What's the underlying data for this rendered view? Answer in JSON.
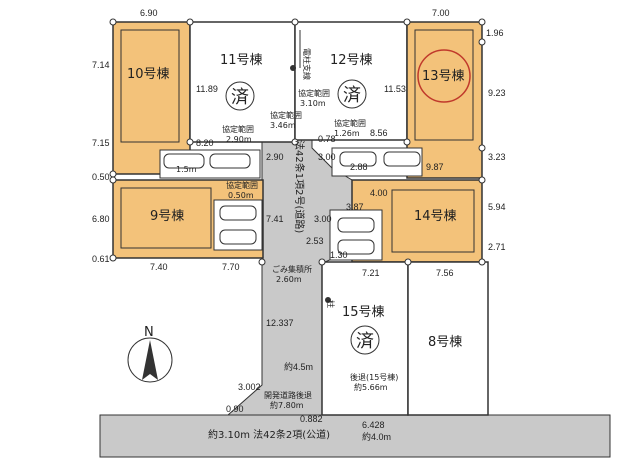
{
  "colors": {
    "lot_fill": "#f3c27a",
    "road_fill": "#c9c9c9",
    "line": "#333333",
    "sold_circle": "#c0392b",
    "background": "#ffffff"
  },
  "lots": {
    "lot10": "10号棟",
    "lot11": "11号棟",
    "lot12": "12号棟",
    "lot13": "13号棟",
    "lot9": "9号棟",
    "lot14": "14号棟",
    "lot15": "15号棟",
    "lot8": "8号棟"
  },
  "sold_mark": "済",
  "north": "N",
  "dimensions": {
    "top_left": "6.90",
    "top_right": "7.00",
    "top_right_corner": "1.96",
    "left_1": "7.14",
    "left_2": "7.15",
    "left_3": "0.50",
    "left_4": "6.80",
    "left_5": "0.61",
    "right_1": "9.23",
    "right_2": "3.23",
    "right_3": "5.94",
    "right_4": "2.71",
    "lot11_side": "11.89",
    "lot12_side": "11.53",
    "lot11_bottom": "8.20",
    "lot12_bottom": "8.56",
    "lot9_bottom": "7.40",
    "mid_bottom": "7.70",
    "lot14_bottom_left": "7.21",
    "lot14_bottom_right": "7.56",
    "lot13_inner": "9.87",
    "inner_288": "2.88",
    "inner_290": "2.90",
    "inner_741": "7.41",
    "inner_253": "2.53",
    "inner_300a": "3.00",
    "inner_300b": "3.00",
    "inner_387": "3.87",
    "inner_400": "4.00",
    "inner_078": "0.78",
    "inner_130": "1.30",
    "lane_length": "12.337",
    "lane_width": "約4.5m",
    "bottom_3002": "3.002",
    "bottom_090": "0.90",
    "bottom_0882": "0.882",
    "bottom_6428": "6.428",
    "bottom_40": "約4.0m"
  },
  "notes": {
    "kyotei1_title": "協定範囲",
    "kyotei1_val": "3.10m",
    "kyotei2_title": "協定範囲",
    "kyotei2_val": "3.46m",
    "kyotei3_title": "協定範囲",
    "kyotei3_val": "2.90m",
    "kyotei4_title": "協定範囲",
    "kyotei4_val": "1.26m",
    "kyotei5_title": "協定範囲",
    "kyotei5_val": "0.50m",
    "denchu": "電柱支線",
    "hashira": "柱",
    "gomi_title": "ごみ集積所",
    "gomi_val": "2.60m",
    "private_road": "法42条1項2号(道路)",
    "kaihatsu_title": "開発道路後退",
    "kaihatsu_val": "約7.80m",
    "kotai_title": "後退(15号棟)",
    "kotai_val": "約5.66m",
    "public_road": "約3.10m 法42条2項(公道)",
    "small_label": "1.5m"
  }
}
